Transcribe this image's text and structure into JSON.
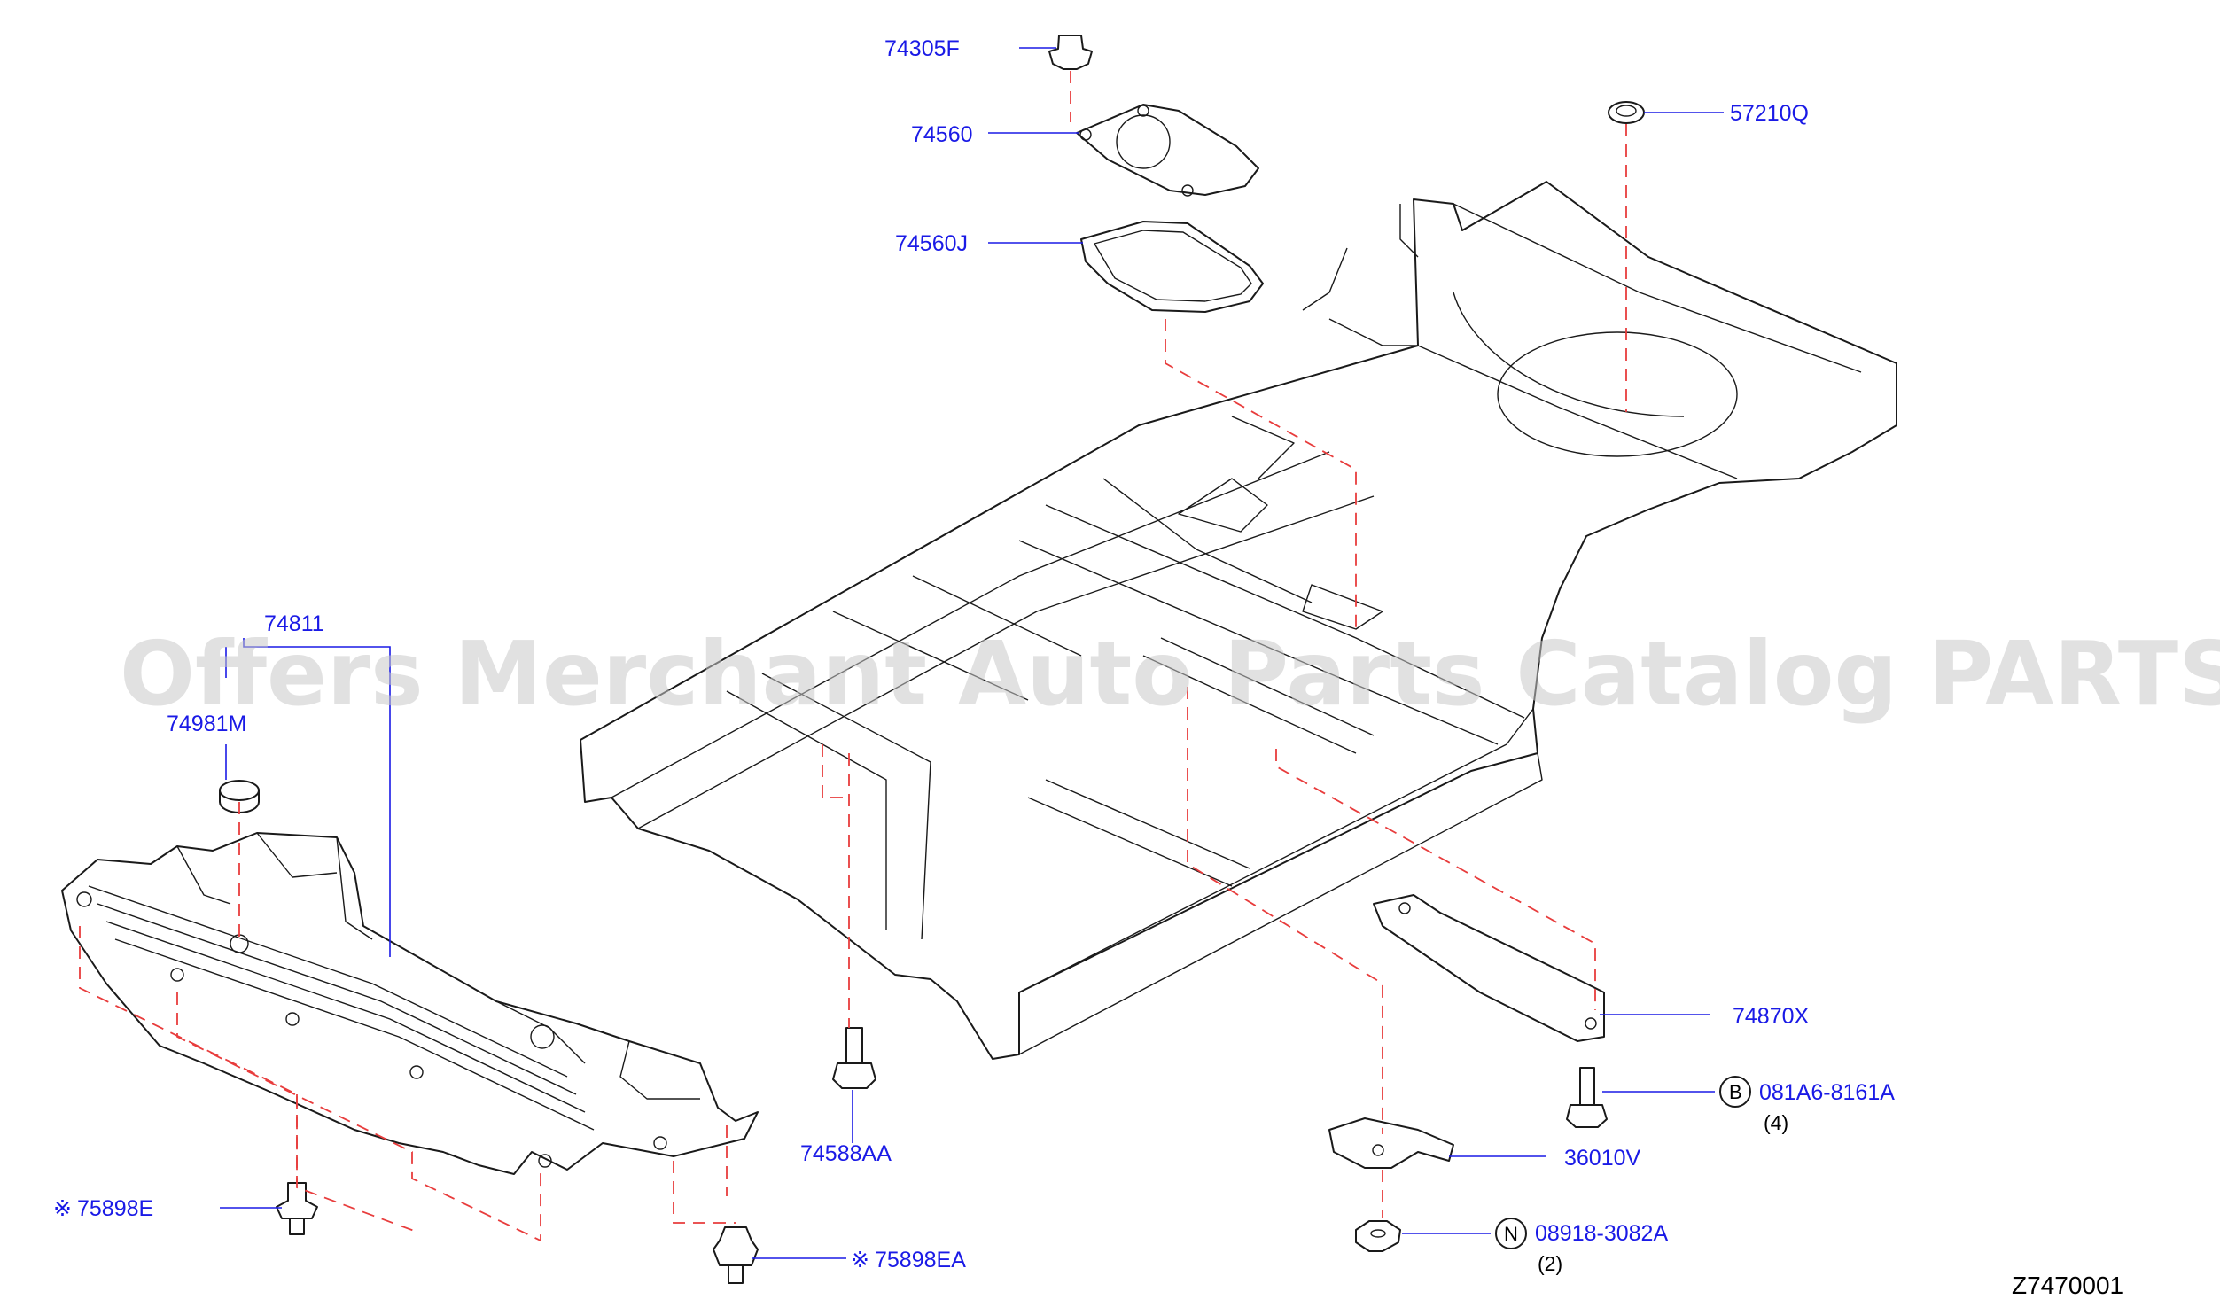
{
  "watermark": "Offers Merchant Auto Parts Catalog PARTSTORE.SA",
  "diagram_code": "Z7470001",
  "parts": {
    "p74305F": "74305F",
    "p74560": "74560",
    "p74560J": "74560J",
    "p57210Q": "57210Q",
    "p74811": "74811",
    "p74981M": "74981M",
    "p74588AA": "74588AA",
    "p74870X": "74870X",
    "p081A6": "081A6-8161A",
    "p36010V": "36010V",
    "p08918": "08918-3082A",
    "p75898E": "75898E",
    "p75898EA": "75898EA"
  },
  "markers": {
    "b": "B",
    "n": "N",
    "asterisk": "※"
  },
  "quantities": {
    "q081A6": "(4)",
    "q08918": "(2)"
  },
  "colors": {
    "label": "#1a1ae6",
    "guide_dash": "#e83c3c",
    "line_art": "#1a1a1a",
    "watermark": "#c8c8c8"
  }
}
